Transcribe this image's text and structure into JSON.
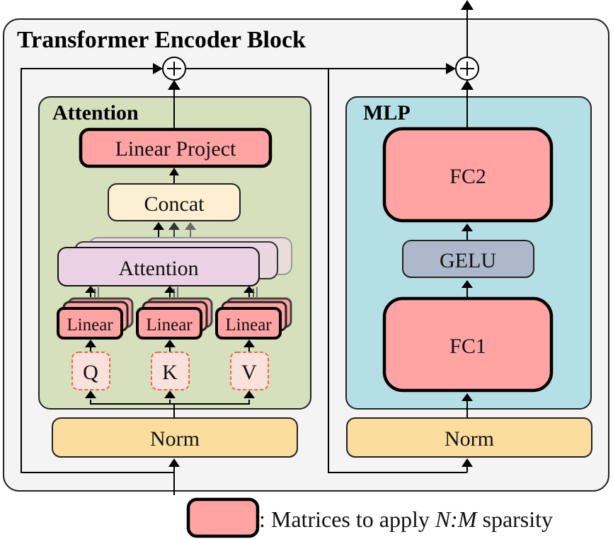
{
  "title": "Transformer Encoder Block",
  "colors": {
    "outer_bg": "#f4f4f4",
    "attention_bg": "#d6e0bd",
    "mlp_bg": "#b4dfe5",
    "sparse_fill": "#ffa3a3",
    "concat_fill": "#fdefd2",
    "attention_inner_fill": "#ead2e4",
    "gelu_fill": "#adb9cb",
    "norm_fill": "#fbdd9d",
    "qkv_fill": "#f9e2dc",
    "qkv_border": "#e8694f"
  },
  "attention_block": {
    "label": "Attention",
    "linear_project": "Linear Project",
    "concat": "Concat",
    "attention": "Attention",
    "linears": [
      "Linear",
      "Linear",
      "Linear"
    ],
    "inputs": [
      "Q",
      "K",
      "V"
    ],
    "norm": "Norm"
  },
  "mlp_block": {
    "label": "MLP",
    "fc2": "FC2",
    "gelu": "GELU",
    "fc1": "FC1",
    "norm": "Norm"
  },
  "adders": [
    "+",
    "+"
  ],
  "legend": {
    "prefix": ": Matrices to apply ",
    "italic": "N:M",
    "suffix": " sparsity"
  }
}
